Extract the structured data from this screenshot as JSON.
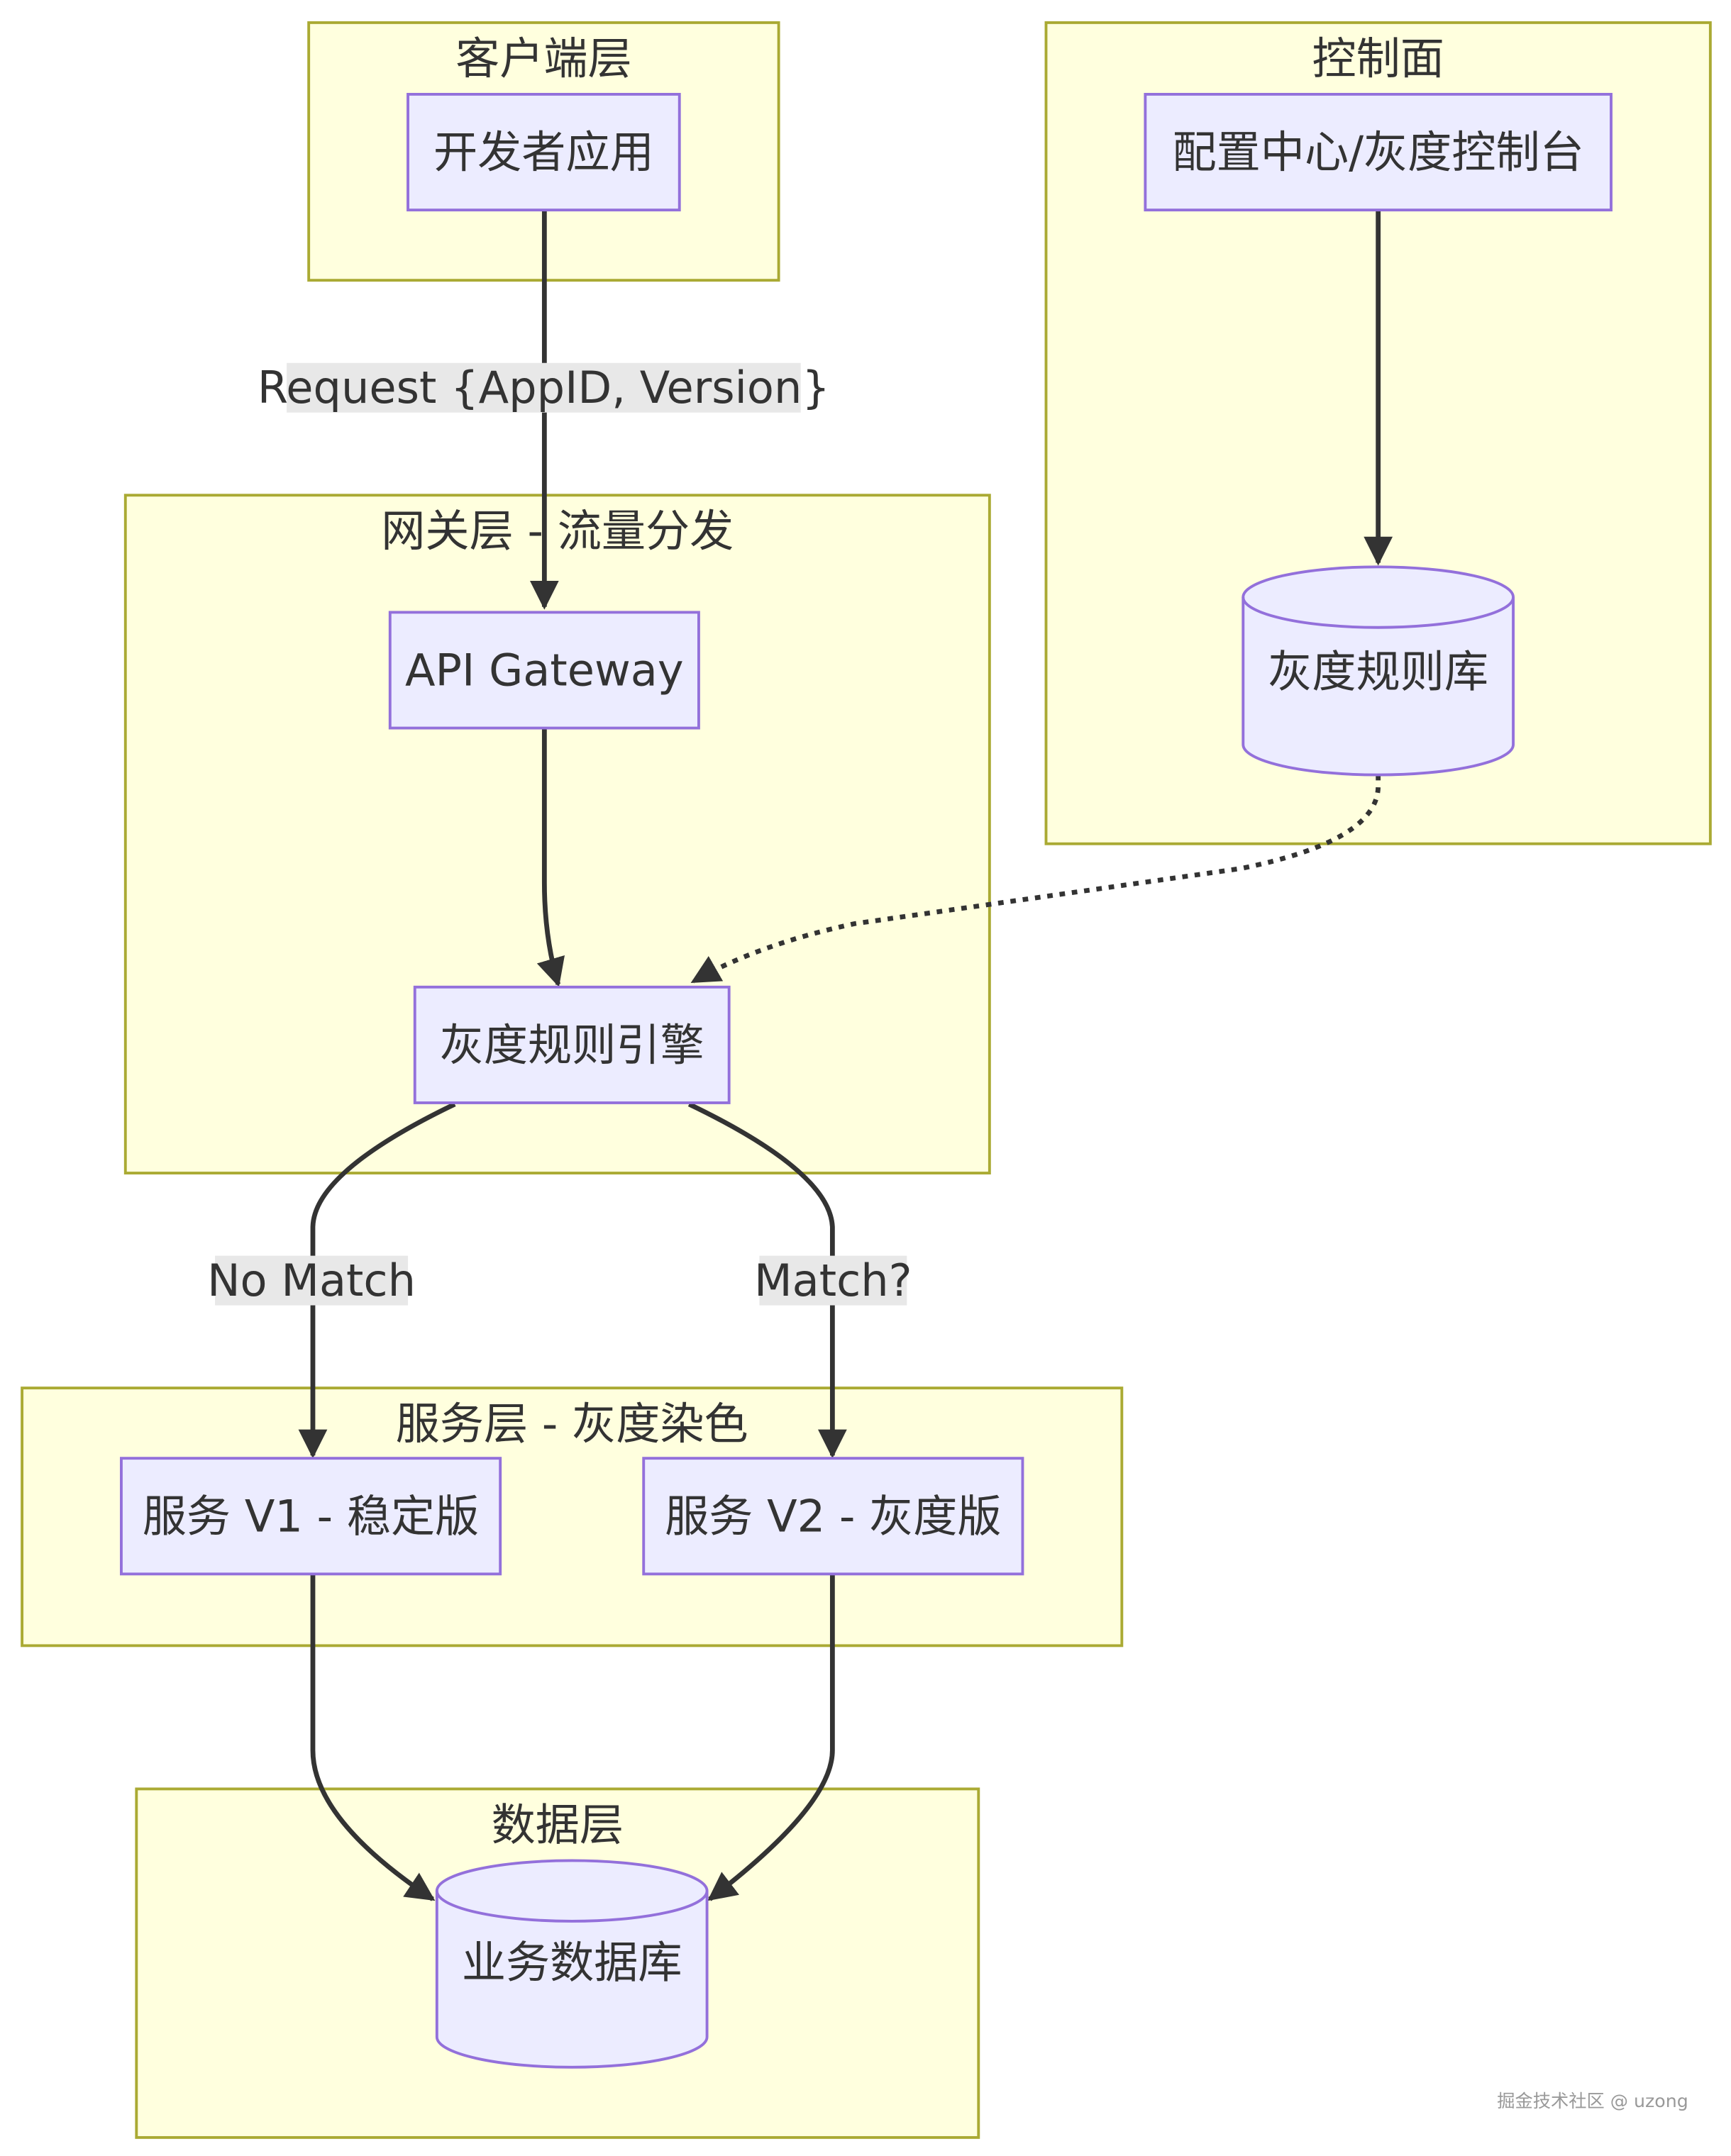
{
  "diagram": {
    "title": "灰度发布架构",
    "clusters": {
      "client": {
        "label": "客户端层"
      },
      "control": {
        "label": "控制面"
      },
      "gateway": {
        "label": "网关层 - 流量分发"
      },
      "service": {
        "label": "服务层 - 灰度染色"
      },
      "data": {
        "label": "数据层"
      }
    },
    "nodes": {
      "dev_app": {
        "label": "开发者应用",
        "shape": "rect"
      },
      "config_center": {
        "label": "配置中心/灰度控制台",
        "shape": "rect"
      },
      "rule_db": {
        "label": "灰度规则库",
        "shape": "cylinder"
      },
      "api_gateway": {
        "label": "API Gateway",
        "shape": "rect"
      },
      "rule_engine": {
        "label": "灰度规则引擎",
        "shape": "rect"
      },
      "svc_v1": {
        "label": "服务 V1 - 稳定版",
        "shape": "rect"
      },
      "svc_v2": {
        "label": "服务 V2 - 灰度版",
        "shape": "rect"
      },
      "biz_db": {
        "label": "业务数据库",
        "shape": "cylinder"
      }
    },
    "edges": [
      {
        "from": "dev_app",
        "to": "api_gateway",
        "label": "Request {AppID, Version}",
        "style": "solid"
      },
      {
        "from": "config_center",
        "to": "rule_db",
        "label": "",
        "style": "solid"
      },
      {
        "from": "api_gateway",
        "to": "rule_engine",
        "label": "",
        "style": "solid"
      },
      {
        "from": "rule_db",
        "to": "rule_engine",
        "label": "",
        "style": "dotted"
      },
      {
        "from": "rule_engine",
        "to": "svc_v1",
        "label": "No Match",
        "style": "solid"
      },
      {
        "from": "rule_engine",
        "to": "svc_v2",
        "label": "Match?",
        "style": "solid"
      },
      {
        "from": "svc_v1",
        "to": "biz_db",
        "label": "",
        "style": "solid"
      },
      {
        "from": "svc_v2",
        "to": "biz_db",
        "label": "",
        "style": "solid"
      }
    ],
    "edge_labels": {
      "request": "Request {AppID, Version}",
      "no_match": "No Match",
      "match": "Match?"
    },
    "colors": {
      "cluster_fill": "#ffffde",
      "cluster_stroke": "#aaaa33",
      "node_fill": "#ececff",
      "node_stroke": "#9370db",
      "edge": "#333333",
      "edge_label_bg": "#e8e8e8"
    }
  },
  "watermark": "掘金技术社区 @ uzong"
}
